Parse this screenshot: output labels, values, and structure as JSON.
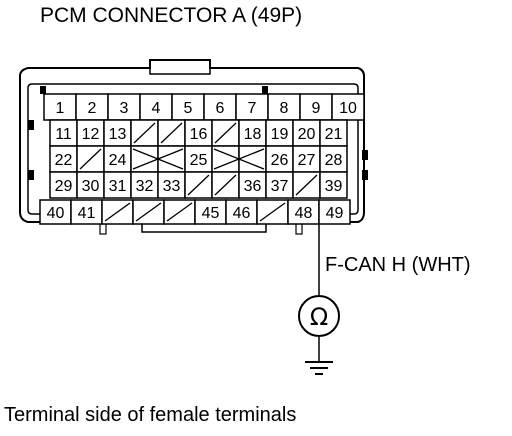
{
  "diagram": {
    "title": "PCM CONNECTOR A (49P)",
    "note": "Terminal side of female terminals",
    "wire_label": "F-CAN H (WHT)",
    "meter_symbol": "Ω",
    "probe_terminal": "48",
    "rows": [
      [
        "1",
        "2",
        "3",
        "4",
        "5",
        "6",
        "7",
        "8",
        "9",
        "10"
      ],
      [
        "11",
        "12",
        "13",
        "",
        "",
        "16",
        "",
        "18",
        "19",
        "20",
        "21"
      ],
      [
        "22",
        "",
        "24",
        "",
        "",
        "25",
        "",
        "",
        "26",
        "27",
        "28"
      ],
      [
        "29",
        "30",
        "31",
        "32",
        "33",
        "",
        "",
        "36",
        "37",
        "",
        "39"
      ],
      [
        "40",
        "41",
        "",
        "",
        "",
        "45",
        "46",
        "",
        "48",
        "49"
      ]
    ]
  }
}
